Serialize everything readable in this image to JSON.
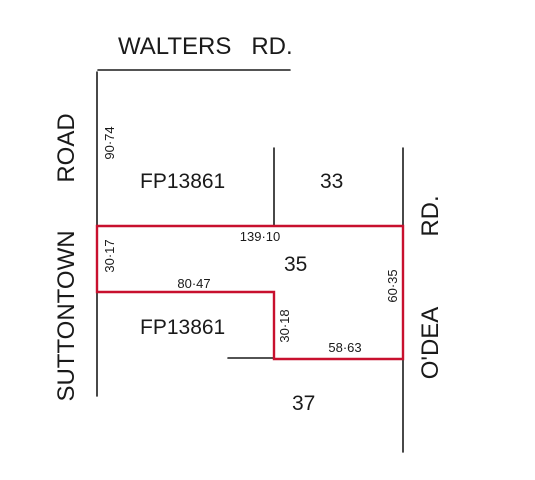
{
  "colors": {
    "ink": "#1a1a1a",
    "boundary": "#c8102e"
  },
  "roads": {
    "walters": "WALTERS   RD.",
    "road": "ROAD",
    "suttontown": "SUTTONTOWN",
    "rd": "RD.",
    "odea": "O'DEA"
  },
  "lots": {
    "fp_upper": "FP13861",
    "lot_33": "33",
    "lot_35": "35",
    "fp_lower": "FP13861",
    "lot_37": "37"
  },
  "dimensions": {
    "left_frontage": "90·74",
    "top_boundary": "139·10",
    "west_side": "30·17",
    "south_step": "80·47",
    "inner_step": "30·18",
    "south_boundary": "58·63",
    "east_side": "60·35"
  }
}
